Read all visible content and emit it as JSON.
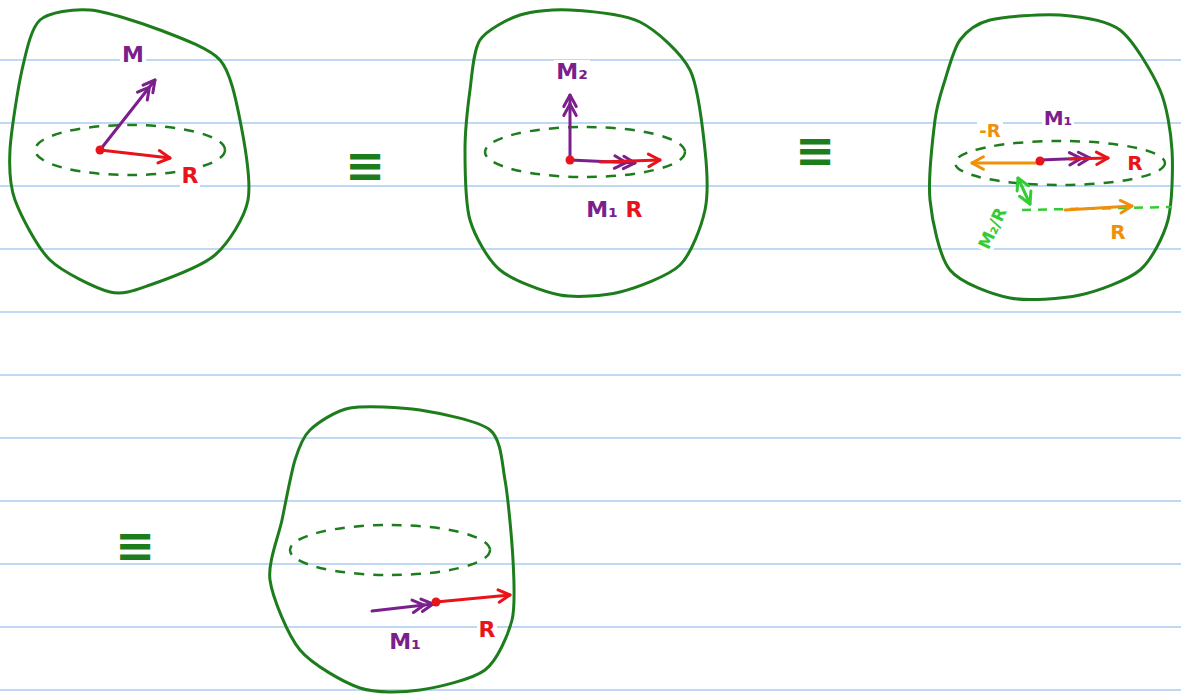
{
  "diagram": {
    "labels": [
      "M",
      "R",
      "≡",
      "M₂",
      "M₁",
      "R",
      "≡",
      "M₁",
      "-R",
      "R",
      "M₂/R",
      "R",
      "≡",
      "M₁",
      "R"
    ]
  }
}
